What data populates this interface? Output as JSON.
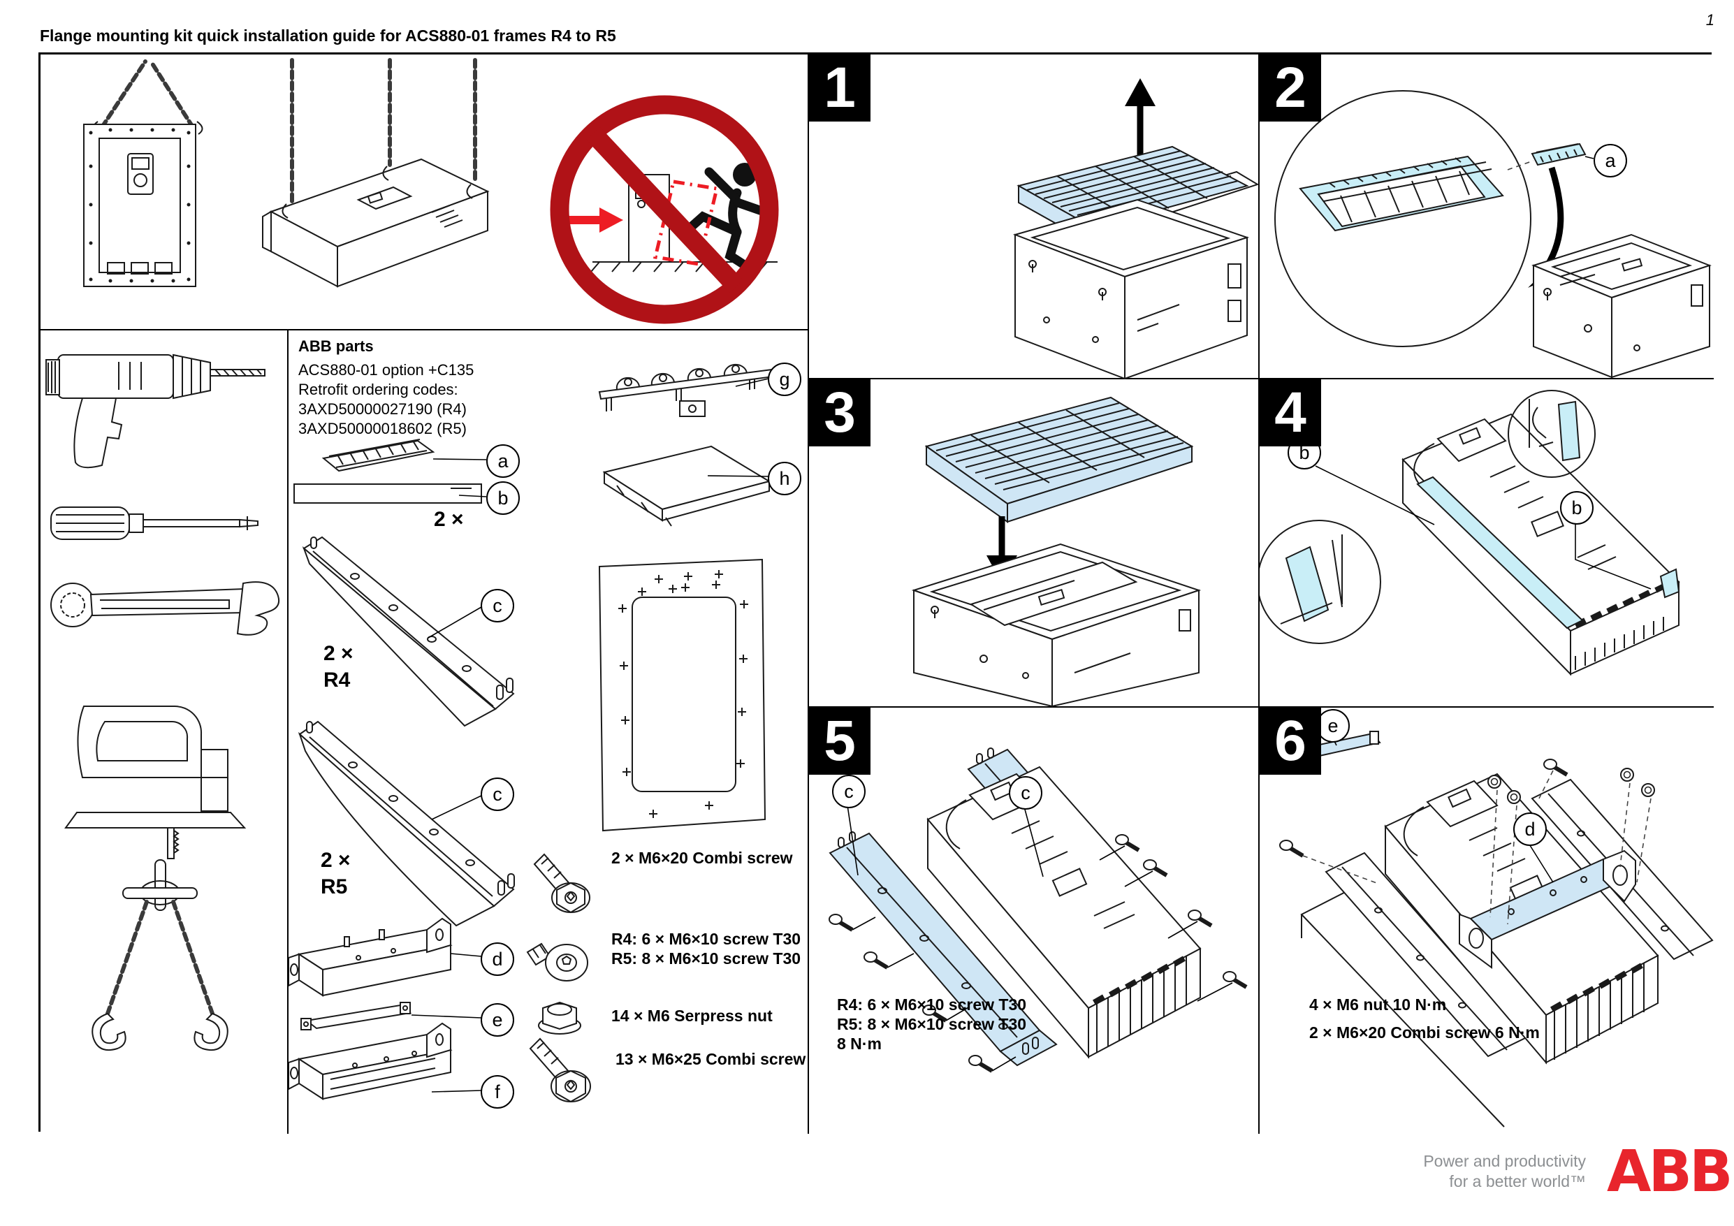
{
  "page": {
    "number": "1",
    "title": "Flange mounting kit quick installation guide for ACS880-01 frames R4 to R5"
  },
  "parts": {
    "header": "ABB parts",
    "info_lines": [
      "ACS880-01 option +C135",
      "Retrofit ordering codes:",
      "3AXD50000027190 (R4)",
      "3AXD50000018602 (R5)"
    ],
    "labels": {
      "a": "a",
      "b": "b",
      "c": "c",
      "d": "d",
      "e": "e",
      "f": "f",
      "g": "g",
      "h": "h"
    },
    "qty": {
      "b": "2 ×",
      "c_r4": [
        "2 ×",
        "R4"
      ],
      "c_r5": [
        "2 ×",
        "R5"
      ]
    },
    "screws": [
      "2 × M6×20 Combi screw",
      "R4: 6 × M6×10 screw T30",
      "R5: 8 × M6×10 screw T30",
      "14 × M6 Serpress nut",
      "13 × M6×25 Combi screw"
    ]
  },
  "steps": [
    {
      "number": "1"
    },
    {
      "number": "2"
    },
    {
      "number": "3"
    },
    {
      "number": "4"
    },
    {
      "number": "5",
      "notes": [
        "R4: 6 × M6×10 screw T30",
        "R5: 8 × M6×10 screw T30",
        "8 N·m"
      ]
    },
    {
      "number": "6",
      "notes": [
        "4 × M6 nut  10 N·m",
        "2 × M6×20 Combi screw 6 N·m"
      ]
    }
  ],
  "branding": {
    "tagline_line1": "Power and productivity",
    "tagline_line2": "for a better world™",
    "logo": "ABB"
  },
  "colors": {
    "highlight_blue": "#cfe6f5",
    "highlight_cyan": "#c9eef7",
    "prohibition_red": "#b01217",
    "signal_red": "#ed1c24",
    "abb_red": "#e8252c",
    "tagline_gray": "#8c8f92"
  }
}
